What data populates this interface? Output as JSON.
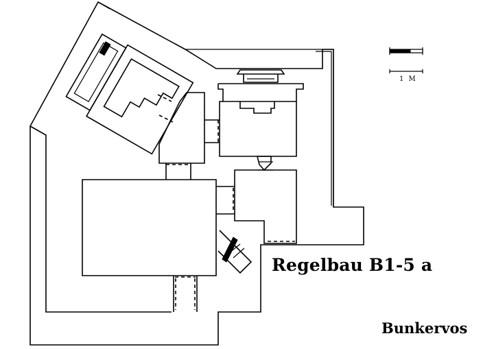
{
  "diagram": {
    "title": "Regelbau B1-5 a",
    "source": "Bunkervos",
    "scale_label": "1 M",
    "line_color": "#000000",
    "background": "#ffffff"
  }
}
